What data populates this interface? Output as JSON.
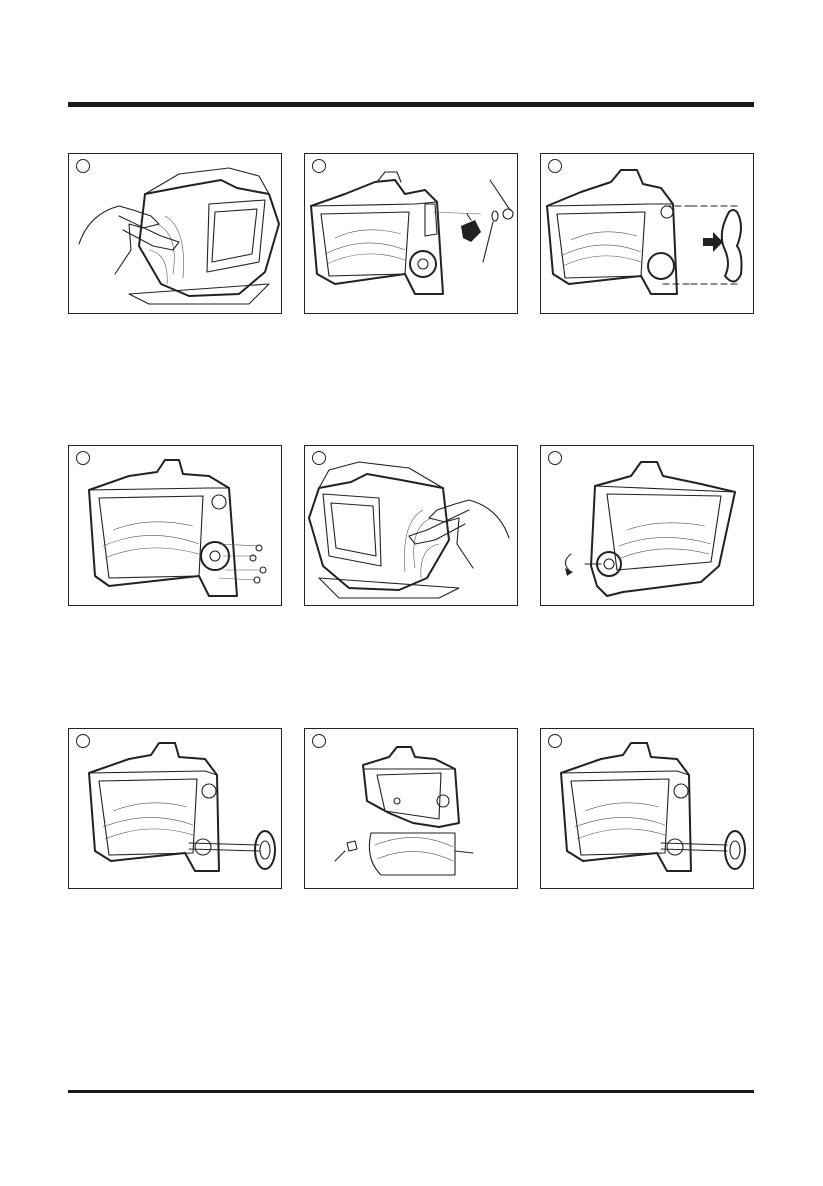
{
  "page": {
    "steps": [
      {
        "number": "",
        "illustration": "open-chute-housing"
      },
      {
        "number": "",
        "illustration": "remove-pulley-bolt"
      },
      {
        "number": "",
        "illustration": "remove-drive-belt"
      },
      {
        "number": "",
        "illustration": "remove-side-screws"
      },
      {
        "number": "",
        "illustration": "open-chute-housing-right"
      },
      {
        "number": "",
        "illustration": "loosen-auger-nut"
      },
      {
        "number": "",
        "illustration": "pull-auger-shaft"
      },
      {
        "number": "",
        "illustration": "exploded-auger"
      },
      {
        "number": "",
        "illustration": "install-auger-shaft"
      }
    ]
  }
}
